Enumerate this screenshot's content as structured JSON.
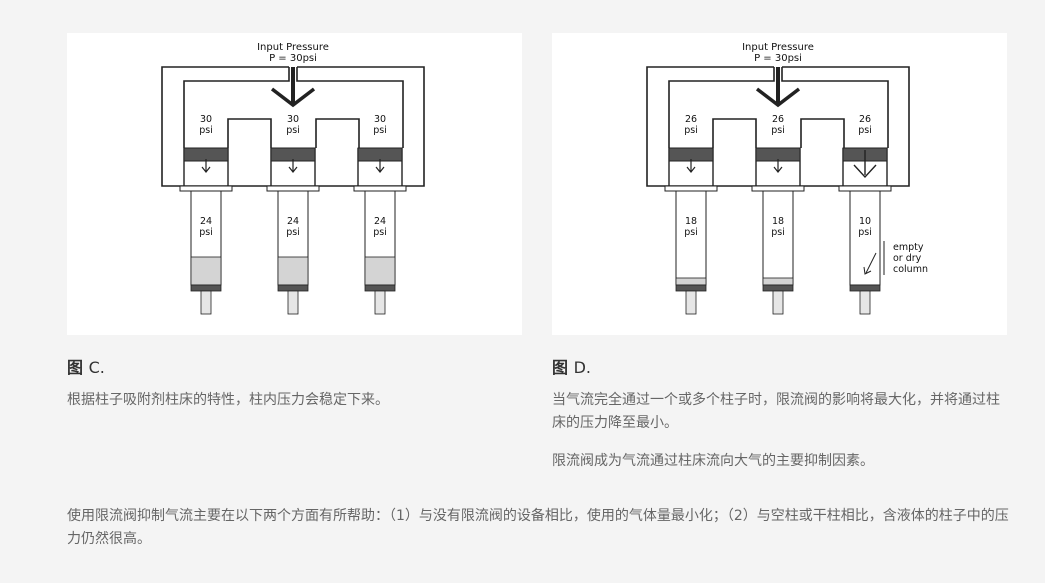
{
  "figure_c": {
    "title_prefix": "图",
    "title_suffix": "C.",
    "input_label_line1": "Input Pressure",
    "input_label_line2": "P = 30psi",
    "columns": [
      {
        "top_value": "30",
        "top_unit": "psi",
        "bottom_value": "24",
        "bottom_unit": "psi"
      },
      {
        "top_value": "30",
        "top_unit": "psi",
        "bottom_value": "24",
        "bottom_unit": "psi"
      },
      {
        "top_value": "30",
        "top_unit": "psi",
        "bottom_value": "24",
        "bottom_unit": "psi"
      }
    ],
    "caption": "根据柱子吸附剂柱床的特性，柱内压力会稳定下来。"
  },
  "figure_d": {
    "title_prefix": "图",
    "title_suffix": "D.",
    "input_label_line1": "Input Pressure",
    "input_label_line2": "P = 30psi",
    "columns": [
      {
        "top_value": "26",
        "top_unit": "psi",
        "bottom_value": "18",
        "bottom_unit": "psi"
      },
      {
        "top_value": "26",
        "top_unit": "psi",
        "bottom_value": "18",
        "bottom_unit": "psi"
      },
      {
        "top_value": "26",
        "top_unit": "psi",
        "bottom_value": "10",
        "bottom_unit": "psi"
      }
    ],
    "annotation_line1": "empty",
    "annotation_line2": "or dry",
    "annotation_line3": "column",
    "caption_1": "当气流完全通过一个或多个柱子时，限流阀的影响将最大化，并将通过柱床的压力降至最小。",
    "caption_2": "限流阀成为气流通过柱床流向大气的主要抑制因素。"
  },
  "footer_text": "使用限流阀抑制气流主要在以下两个方面有所帮助：（1）与没有限流阀的设备相比，使用的气体量最小化；（2）与空柱或干柱相比，含液体的柱子中的压力仍然很高。",
  "colors": {
    "background": "#f4f4f4",
    "panel": "#ffffff",
    "valve": "#555555",
    "packing": "#d4d4d4",
    "outline": "#222222"
  }
}
